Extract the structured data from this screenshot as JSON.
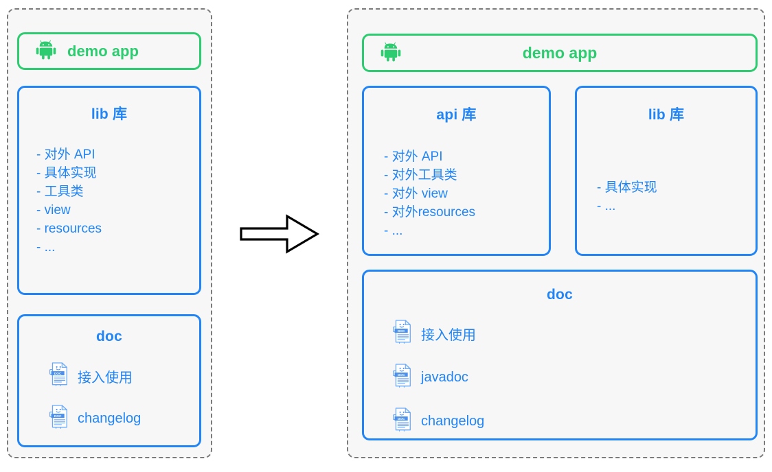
{
  "colors": {
    "blue": "#2285f5",
    "green": "#2ecc71",
    "panel_bg": "#f7f7f7",
    "panel_border": "#7b7b7b",
    "arrow_stroke": "#000000"
  },
  "before": {
    "app": {
      "icon": "android-icon",
      "label": "demo app"
    },
    "lib": {
      "title": "lib 库",
      "items": [
        "- 对外 API",
        "- 具体实现",
        "- 工具类",
        "- view",
        "- resources",
        "- ..."
      ]
    },
    "doc": {
      "title": "doc",
      "items": [
        {
          "icon": "doc-file-icon",
          "label": "接入使用"
        },
        {
          "icon": "doc-file-icon",
          "label": "changelog"
        }
      ]
    }
  },
  "arrow": {
    "icon": "right-arrow-icon",
    "direction": "right"
  },
  "after": {
    "app": {
      "icon": "android-icon",
      "label": "demo app"
    },
    "api": {
      "title": "api 库",
      "items": [
        "- 对外 API",
        "- 对外工具类",
        "- 对外 view",
        "- 对外resources",
        "- ..."
      ]
    },
    "lib": {
      "title": "lib 库",
      "items": [
        "- 具体实现",
        "- ..."
      ]
    },
    "doc": {
      "title": "doc",
      "items": [
        {
          "icon": "doc-file-icon",
          "label": "接入使用"
        },
        {
          "icon": "doc-file-icon",
          "label": "javadoc"
        },
        {
          "icon": "doc-file-icon",
          "label": "changelog"
        }
      ]
    }
  }
}
